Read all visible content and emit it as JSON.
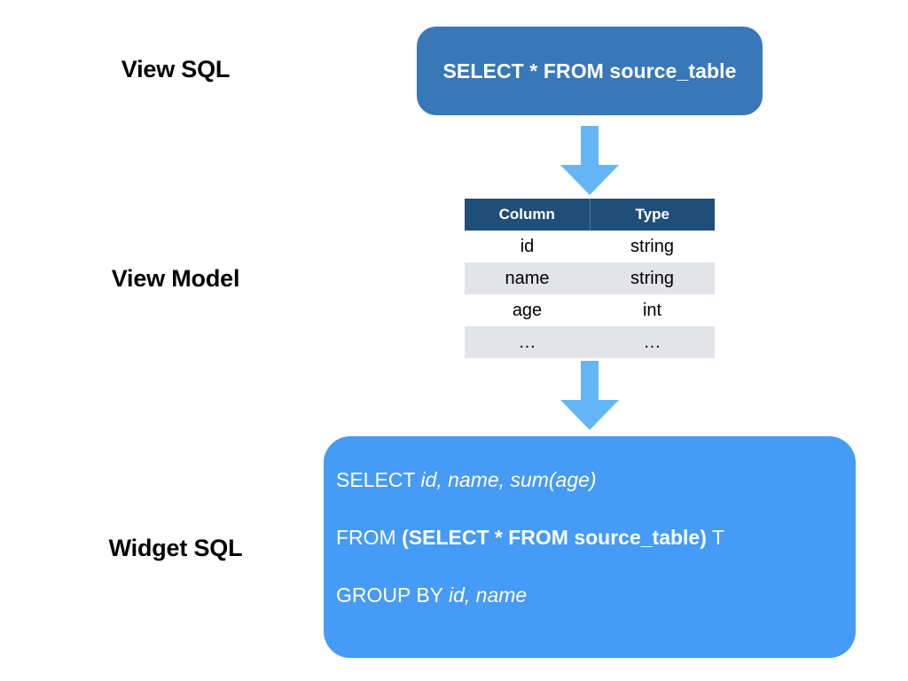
{
  "diagram": {
    "title": "View SQL to View Model to Widget SQL pipeline",
    "colors": {
      "view_sql_box": "#3878b8",
      "widget_sql_box": "#459bf5",
      "table_header": "#1f4e79",
      "table_row_alt": "#e3e4e7",
      "arrow": "#64b5f6",
      "label_text": "#000000",
      "box_text": "#ffffff",
      "background": "#ffffff"
    }
  },
  "labels": {
    "view_sql": "View SQL",
    "view_model": "View Model",
    "widget_sql": "Widget SQL"
  },
  "view_sql": {
    "query": "SELECT * FROM source_table"
  },
  "arrows": [
    {
      "name": "arrow-view-sql-to-view-model",
      "direction": "down"
    },
    {
      "name": "arrow-view-model-to-widget-sql",
      "direction": "down"
    }
  ],
  "view_model": {
    "headers": [
      "Column",
      "Type"
    ],
    "rows": [
      {
        "column": "id",
        "type": "string"
      },
      {
        "column": "name",
        "type": "string"
      },
      {
        "column": "age",
        "type": "int"
      },
      {
        "column": "…",
        "type": "…"
      }
    ]
  },
  "widget_sql": {
    "lines": [
      {
        "name": "select-line",
        "segments": [
          {
            "text": "SELECT ",
            "style": "plain"
          },
          {
            "text": "id, name, sum(age)",
            "style": "italic"
          }
        ]
      },
      {
        "name": "from-line",
        "segments": [
          {
            "text": "FROM ",
            "style": "plain"
          },
          {
            "text": "(SELECT * FROM source_table)",
            "style": "bold"
          },
          {
            "text": " T",
            "style": "plain"
          }
        ]
      },
      {
        "name": "group-by-line",
        "segments": [
          {
            "text": "GROUP BY ",
            "style": "plain"
          },
          {
            "text": "id, name",
            "style": "italic"
          }
        ]
      }
    ]
  }
}
